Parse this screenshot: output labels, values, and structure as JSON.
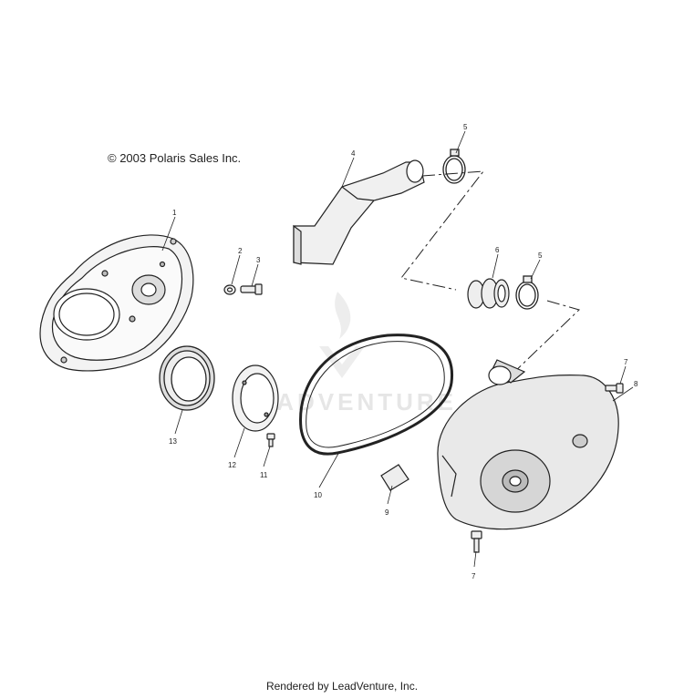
{
  "copyright": "© 2003 Polaris Sales Inc.",
  "footer": "Rendered by LeadVenture, Inc.",
  "watermark": "LEADVENTURE",
  "callouts": [
    {
      "id": "c1",
      "text": "1"
    },
    {
      "id": "c2",
      "text": "2"
    },
    {
      "id": "c3",
      "text": "3"
    },
    {
      "id": "c4",
      "text": "4"
    },
    {
      "id": "c5a",
      "text": "5"
    },
    {
      "id": "c5b",
      "text": "5"
    },
    {
      "id": "c6",
      "text": "6"
    },
    {
      "id": "c7a",
      "text": "7"
    },
    {
      "id": "c7b",
      "text": "7"
    },
    {
      "id": "c8",
      "text": "8"
    },
    {
      "id": "c9",
      "text": "9"
    },
    {
      "id": "c10",
      "text": "10"
    },
    {
      "id": "c11",
      "text": "11"
    },
    {
      "id": "c12",
      "text": "12"
    },
    {
      "id": "c13",
      "text": "13"
    }
  ]
}
